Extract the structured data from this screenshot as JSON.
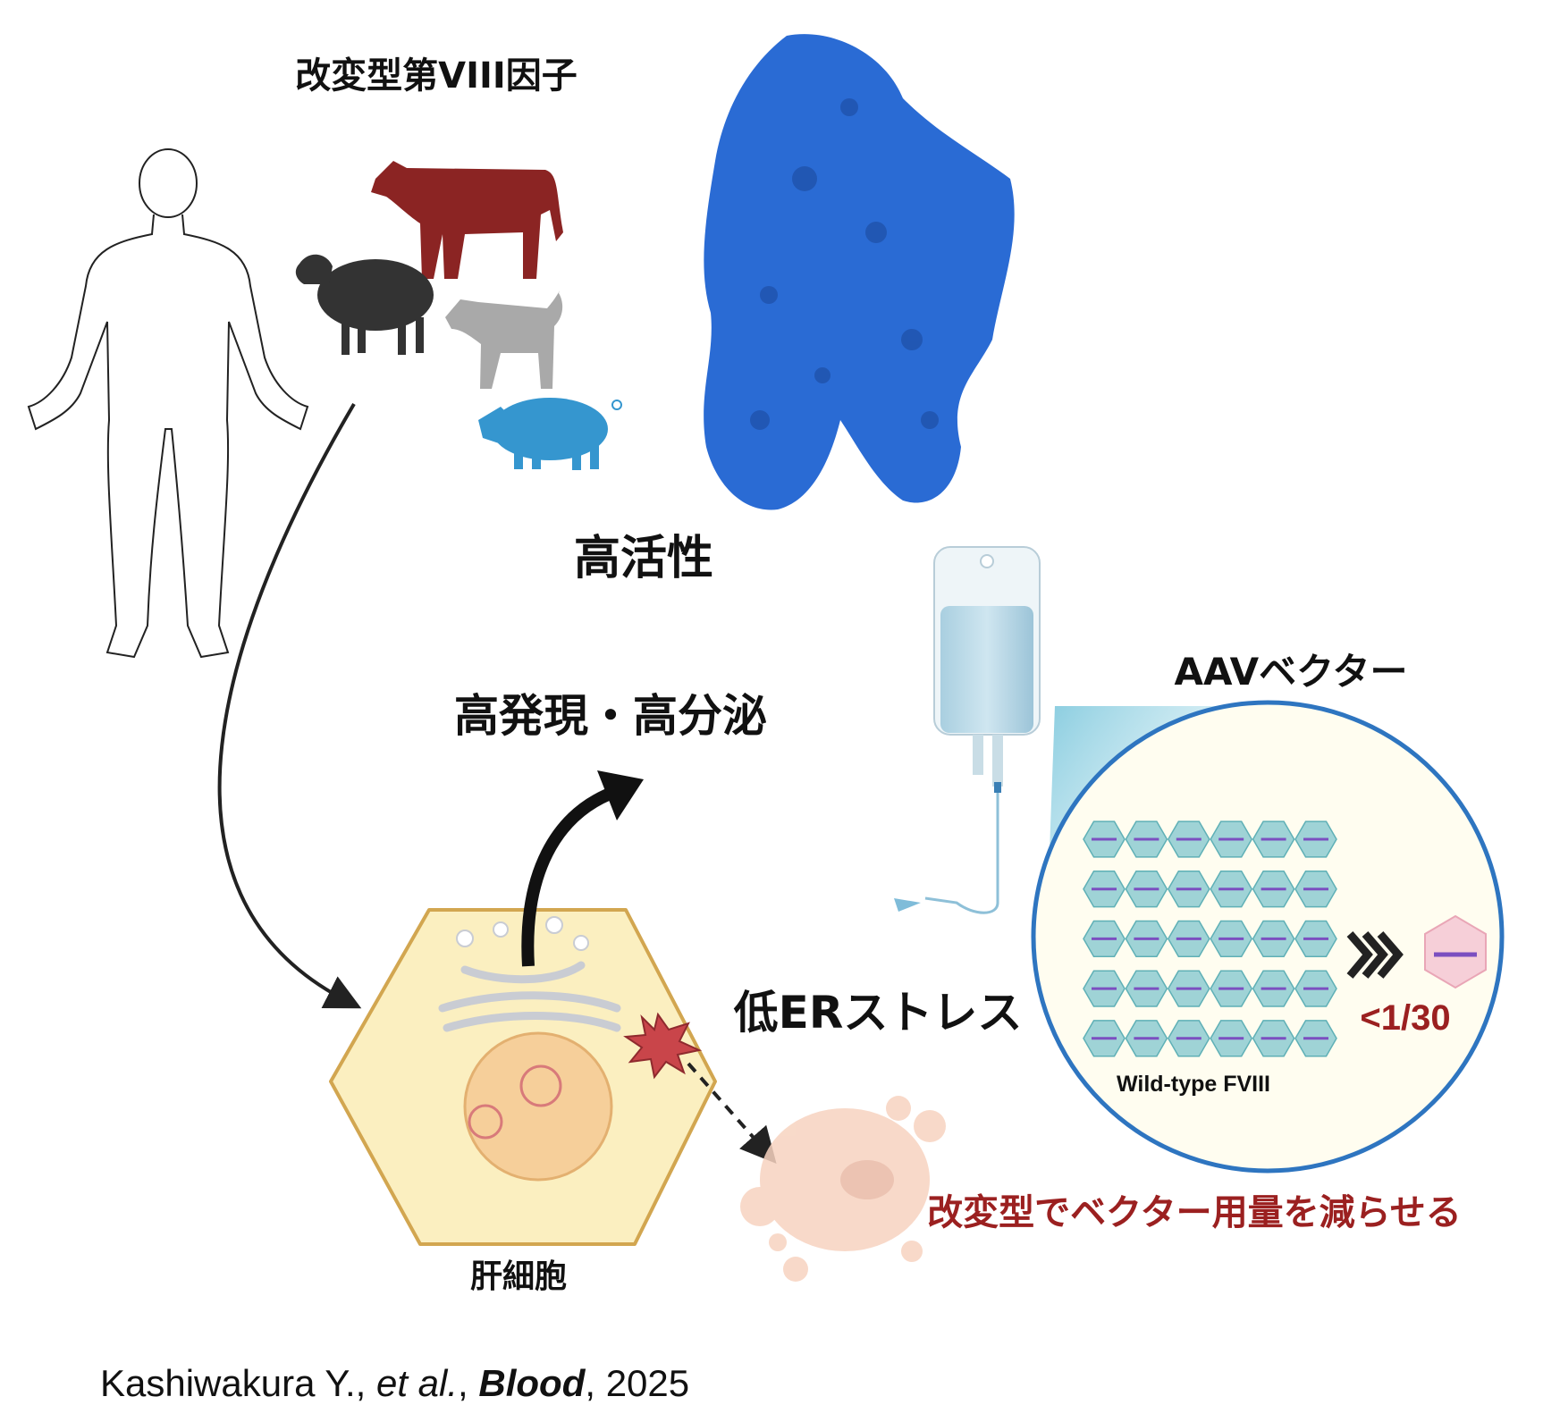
{
  "labels": {
    "modified_fviii": "改変型第VIII因子",
    "high_activity": "高活性",
    "high_expression": "高発現・高分泌",
    "aav_vector": "AAVベクター",
    "low_er_stress": "低ERストレス",
    "hepatocyte": "肝細胞",
    "wild_type": "Wild-type FVIII",
    "ratio": "<1/30",
    "conclusion": "改変型でベクター用量を減らせる"
  },
  "citation": {
    "authors": "Kashiwakura Y., ",
    "etal": "et al.",
    "sep1": ", ",
    "journal": "Blood",
    "sep2": ", ",
    "year": "2025"
  },
  "colors": {
    "cow": "#8b2423",
    "sheep": "#333333",
    "dog": "#a9a9a9",
    "pig": "#3596cf",
    "protein": "#2a6bd4",
    "accent_red": "#9b2020",
    "circle_border": "#2e75c0"
  },
  "aav_grid": {
    "rows": 5,
    "cols": 6
  }
}
